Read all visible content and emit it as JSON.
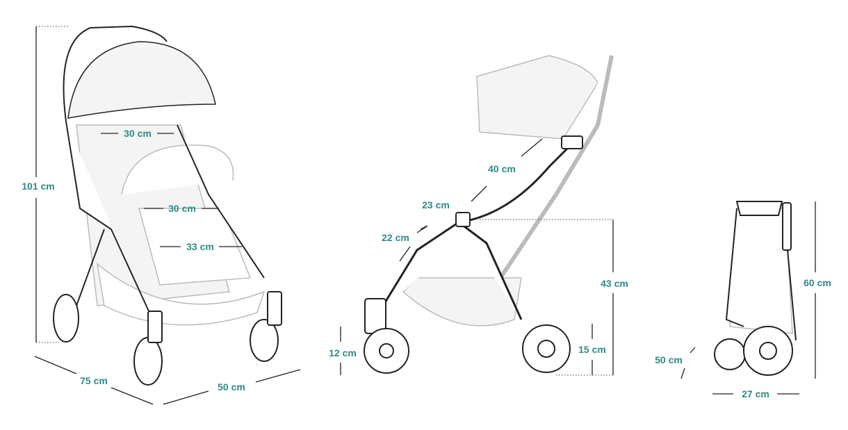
{
  "accent_color": "#2e8a85",
  "front_view": {
    "height": "101 cm",
    "canopy_width": "30 cm",
    "seat_width": "30 cm",
    "footrest_width": "33 cm",
    "length": "75 cm",
    "width": "50 cm"
  },
  "side_view": {
    "backrest_length": "40 cm",
    "seat_depth": "23 cm",
    "leg_rest_length": "22 cm",
    "front_wheel_diameter": "12 cm",
    "seat_height": "43 cm",
    "rear_wheel_diameter": "15 cm"
  },
  "folded_view": {
    "height": "60 cm",
    "depth": "50 cm",
    "width": "27 cm"
  }
}
